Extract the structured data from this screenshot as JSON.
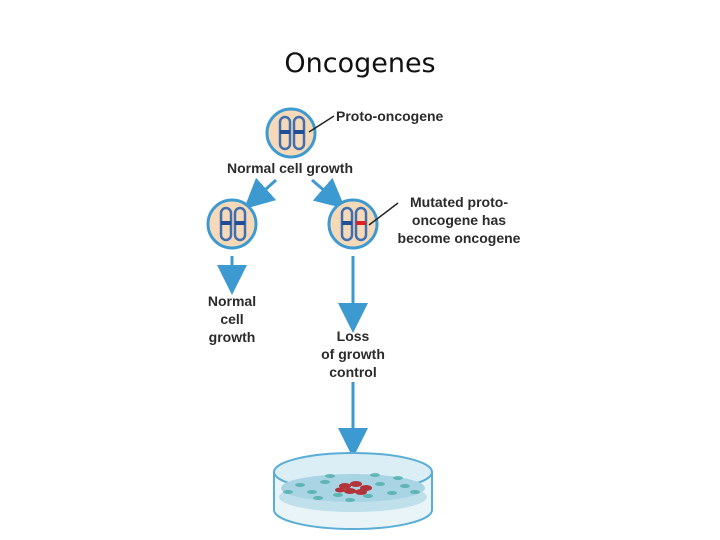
{
  "title": "Oncogenes",
  "labels": {
    "proto_oncogene": "Proto-oncogene",
    "normal_cell_growth_top": "Normal cell growth",
    "mutated": [
      "Mutated proto-",
      "oncogene has",
      "become oncogene"
    ],
    "normal_growth_left": [
      "Normal",
      "cell",
      "growth"
    ],
    "loss_control": [
      "Loss",
      "of growth",
      "control"
    ]
  },
  "colors": {
    "cell_fill": "#f6d9b8",
    "cell_ring": "#3d9ad1",
    "chromosome": "#3f6fae",
    "gene_normal": "#1f4e96",
    "gene_mutated": "#d8232a",
    "arrow": "#3d9ad1",
    "dish_medium": "#bfe0ea",
    "colony": "#b1343b"
  }
}
